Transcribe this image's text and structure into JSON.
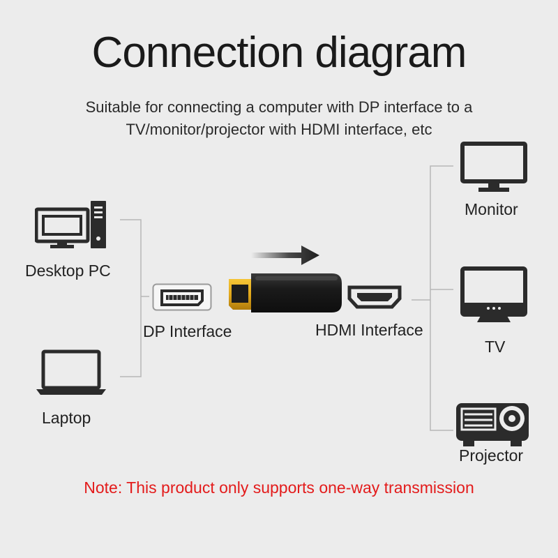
{
  "title": "Connection diagram",
  "subtitle": {
    "line1": "Suitable for connecting a computer with DP interface to a",
    "line2": "TV/monitor/projector with HDMI interface, etc"
  },
  "sources": {
    "desktop": "Desktop PC",
    "laptop": "Laptop"
  },
  "ports": {
    "dp": "DP Interface",
    "hdmi": "HDMI Interface"
  },
  "outputs": {
    "monitor": "Monitor",
    "tv": "TV",
    "projector": "Projector"
  },
  "note": "Note: This product only supports one-way transmission",
  "colors": {
    "background": "#ececec",
    "icon": "#2b2b2b",
    "note": "#e31b1b",
    "connector_gold": "#e2a81b",
    "connector_line": "#b7b7b7"
  }
}
